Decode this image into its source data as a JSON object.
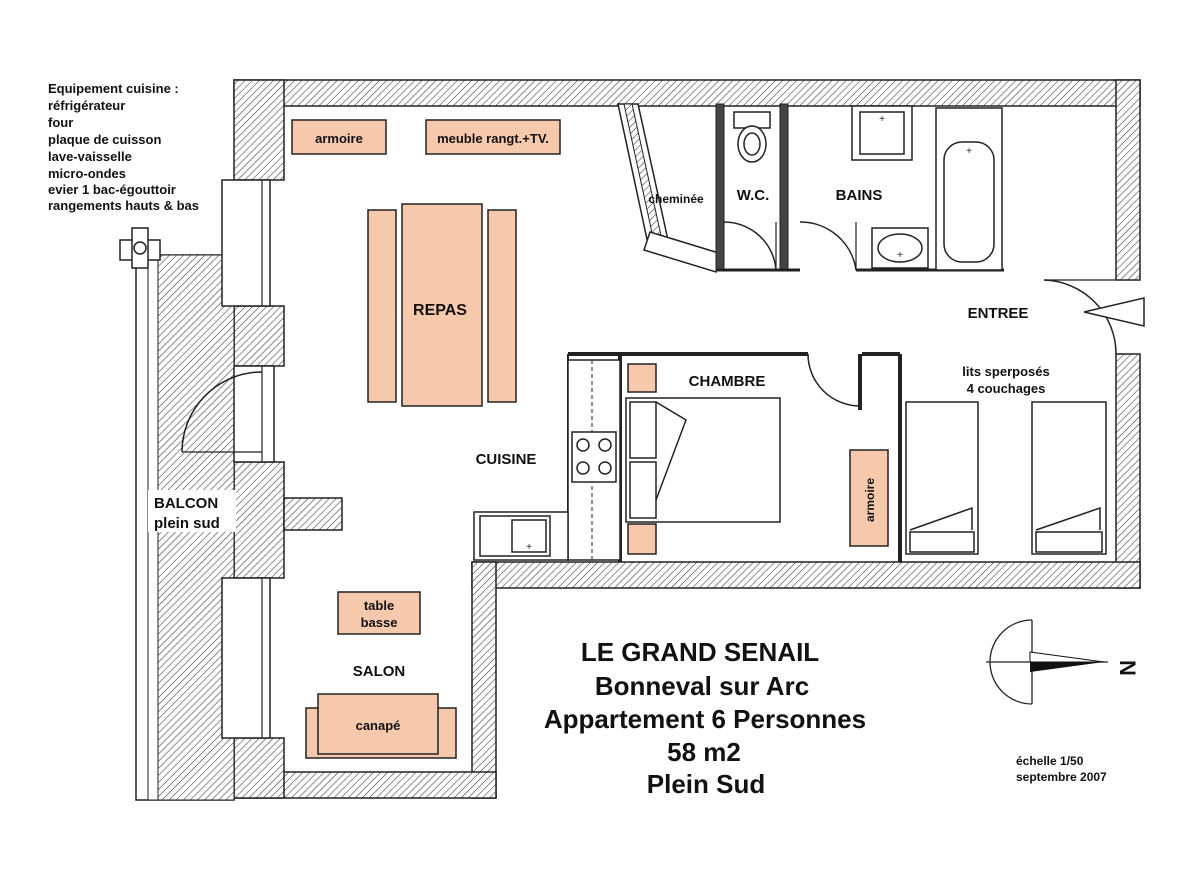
{
  "equipment": {
    "heading": "Equipement cuisine :",
    "items": [
      "réfrigérateur",
      "four",
      "plaque de cuisson",
      "lave-vaisselle",
      "micro-ondes",
      "evier 1 bac-égouttoir",
      "rangements hauts & bas"
    ]
  },
  "rooms": {
    "repas": "REPAS",
    "cuisine": "CUISINE",
    "salon": "SALON",
    "balcon_line1": "BALCON",
    "balcon_line2": "plein sud",
    "wc": "W.C.",
    "bains": "BAINS",
    "entree": "ENTREE",
    "chambre": "CHAMBRE",
    "cheminee": "cheminée"
  },
  "furniture": {
    "armoire_top": "armoire",
    "meuble_tv": "meuble rangt.+TV.",
    "table_basse_line1": "table",
    "table_basse_line2": "basse",
    "canape": "canapé",
    "armoire_side": "armoire",
    "lits_line1": "lits sperposés",
    "lits_line2": "4 couchages"
  },
  "title": {
    "line1": "LE GRAND SENAIL",
    "line2": "Bonneval sur Arc",
    "line3": "Appartement  6  Personnes",
    "line4": "58 m2",
    "line5": "Plein Sud"
  },
  "scale": {
    "line1": "échelle 1/50",
    "line2": "septembre 2007"
  },
  "compass": {
    "letter": "N"
  },
  "colors": {
    "furniture": "#f6c9ad",
    "walls": "#222222"
  }
}
